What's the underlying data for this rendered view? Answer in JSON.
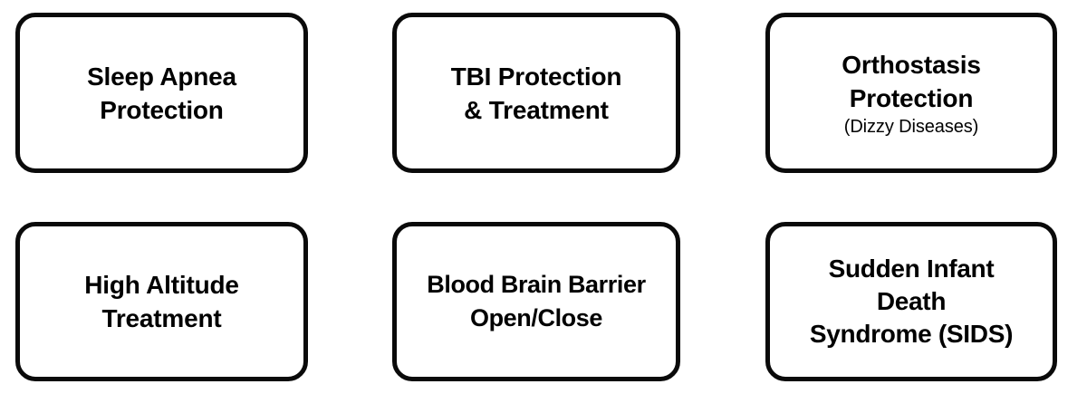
{
  "diagram": {
    "background_color": "#ffffff",
    "border_color": "#0a0a0a",
    "text_color": "#000000",
    "nodes": [
      {
        "id": "sleep-apnea-protection",
        "title": "Sleep Apnea\nProtection",
        "subtitle": "",
        "row": 1,
        "col": 1
      },
      {
        "id": "tbi-protection-treatment",
        "title": "TBI Protection\n& Treatment",
        "subtitle": "",
        "row": 1,
        "col": 2
      },
      {
        "id": "orthostasis-protection",
        "title": "Orthostasis\nProtection",
        "subtitle": "(Dizzy Diseases)",
        "row": 1,
        "col": 3
      },
      {
        "id": "high-altitude-treatment",
        "title": "High Altitude\nTreatment",
        "subtitle": "",
        "row": 2,
        "col": 1
      },
      {
        "id": "blood-brain-barrier-open-close",
        "title": "Blood Brain Barrier\nOpen/Close",
        "subtitle": "",
        "row": 2,
        "col": 2
      },
      {
        "id": "sudden-infant-death-syndrome",
        "title": "Sudden Infant\nDeath\nSyndrome (SIDS)",
        "subtitle": "",
        "row": 2,
        "col": 3
      }
    ]
  }
}
